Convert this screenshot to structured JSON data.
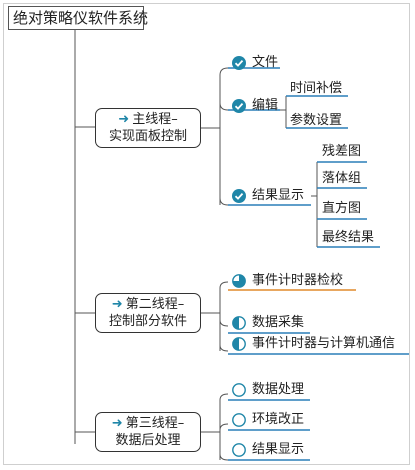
{
  "root": {
    "title": "绝对策略仪软件系统"
  },
  "branches": [
    {
      "label": [
        "主线程–",
        "实现面板控制"
      ],
      "children": [
        {
          "label": "文件",
          "status": "check"
        },
        {
          "label": "编辑",
          "status": "check",
          "sub": [
            "时间补偿",
            "参数设置"
          ]
        },
        {
          "label": "结果显示",
          "status": "check",
          "sub": [
            "残差图",
            "落体组",
            "直方图",
            "最终结果"
          ]
        }
      ]
    },
    {
      "label": [
        "第二线程–",
        "控制部分软件"
      ],
      "children": [
        {
          "label": "事件计时器检校",
          "status": "three-quarter"
        },
        {
          "label": "数据采集",
          "status": "half"
        },
        {
          "label": "事件计时器与计算机通信",
          "status": "half"
        }
      ]
    },
    {
      "label": [
        "第三线程–",
        "数据后处理"
      ],
      "children": [
        {
          "label": "数据处理",
          "status": "empty"
        },
        {
          "label": "环境改正",
          "status": "empty"
        },
        {
          "label": "结果显示",
          "status": "empty"
        }
      ]
    }
  ],
  "colors": {
    "accent": "#1f86a8",
    "underline_blue": "#2a7fb8",
    "underline_orange": "#e08a2c",
    "line": "#555555"
  }
}
